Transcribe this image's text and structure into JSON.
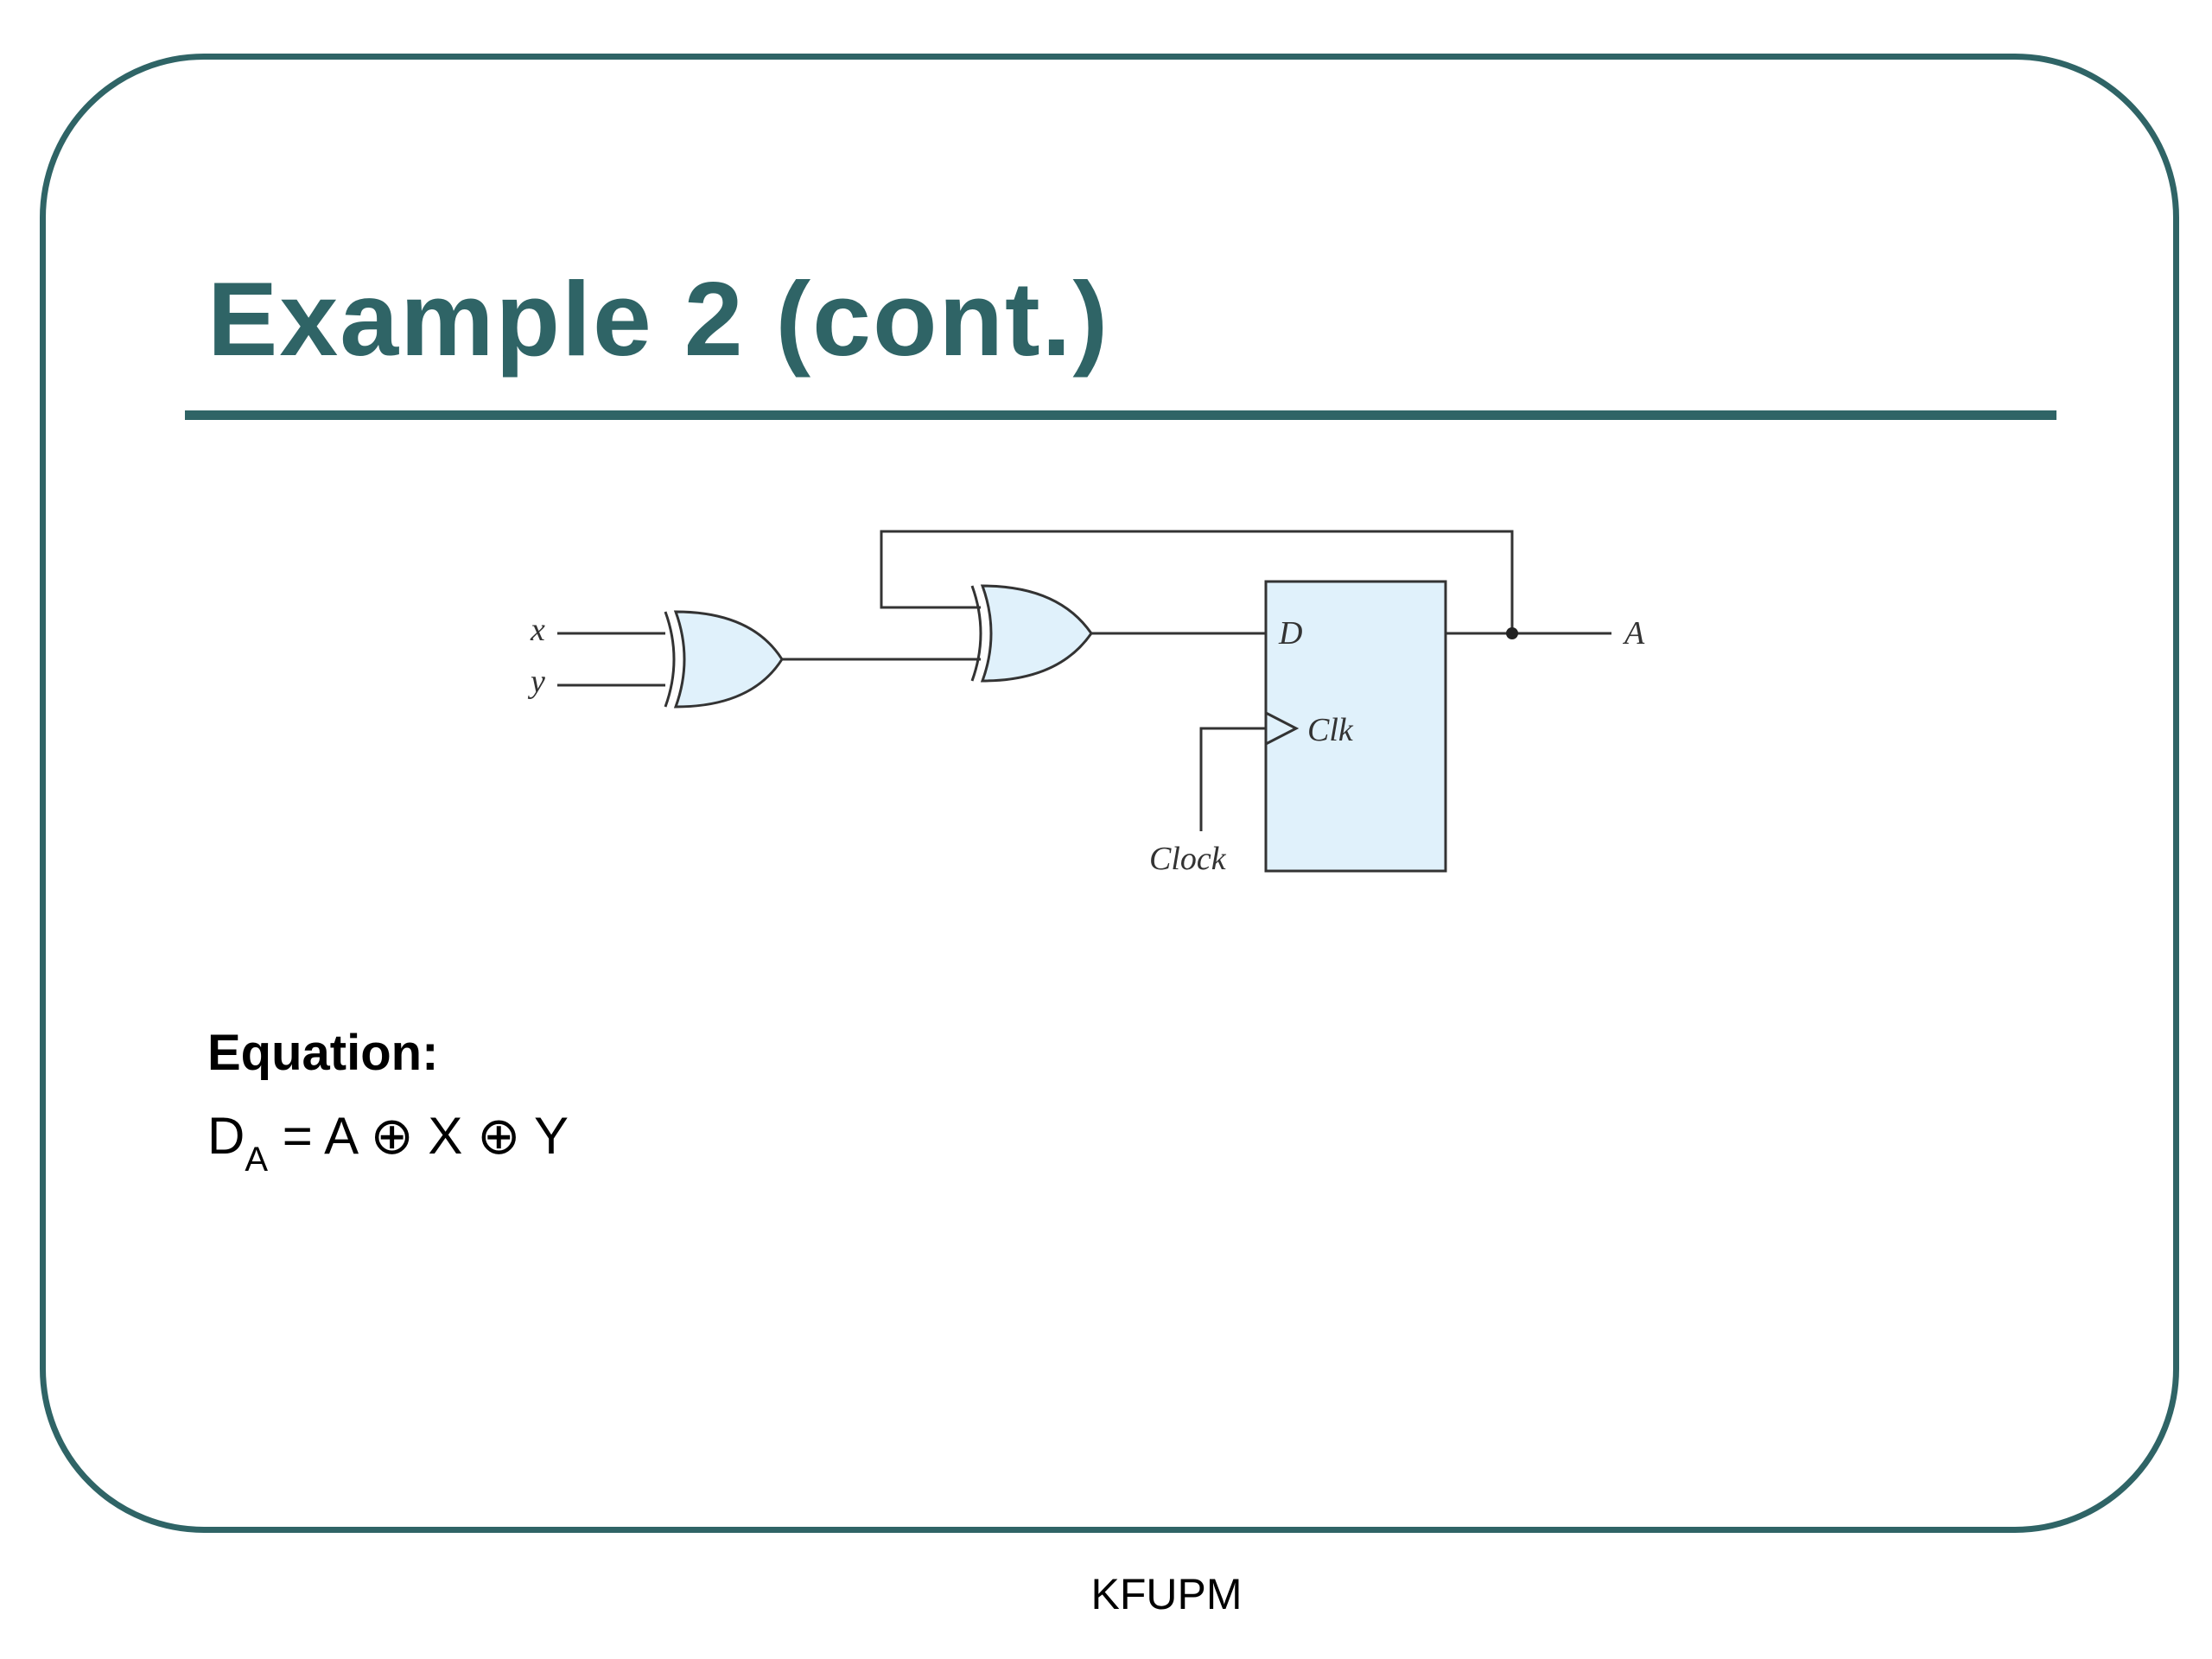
{
  "slide": {
    "title": "Example 2 (cont.)",
    "footer": "KFUPM"
  },
  "diagram": {
    "inputs": [
      "x",
      "y"
    ],
    "output": "A",
    "ff_d_label": "D",
    "ff_clk_label": "Clk",
    "clock_label": "Clock",
    "gate_fill": "#e0f1fb",
    "wire_color": "#333333"
  },
  "equation": {
    "heading": "Equation:",
    "lhs": "D",
    "lhs_sub": "A",
    "rhs": "= A ⊕ X ⊕ Y"
  },
  "theme": {
    "accent": "#2f6466"
  }
}
